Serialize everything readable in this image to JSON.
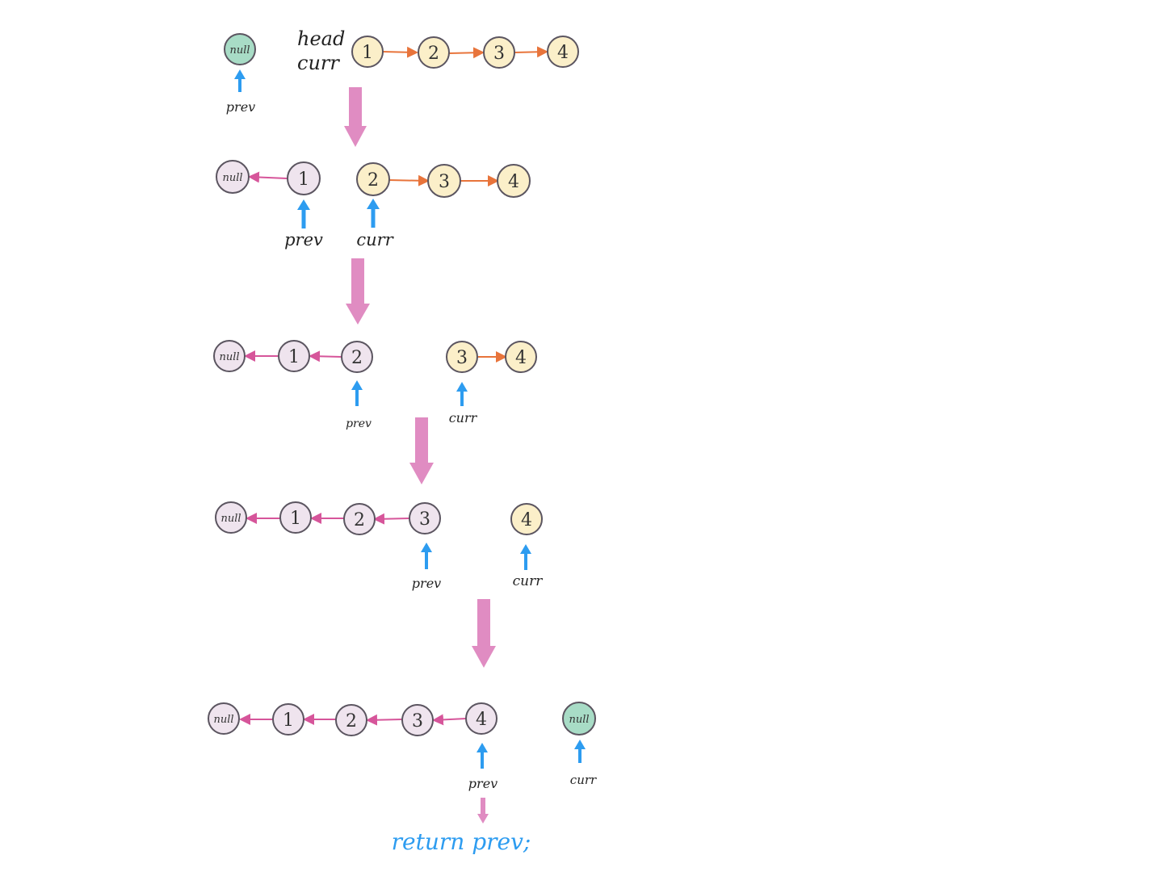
{
  "labels": {
    "null": "null",
    "head": "head",
    "curr": "curr",
    "prev": "prev",
    "return_statement": "return prev;"
  },
  "nodes": {
    "n1": "1",
    "n2": "2",
    "n3": "3",
    "n4": "4"
  },
  "colors": {
    "null_current": "#a8dcc6",
    "null_reversed": "#efe4ee",
    "node_forward": "#fbefc9",
    "node_reversed": "#efe4ee",
    "forward_link": "#e8743b",
    "reversed_link": "#d6559a",
    "pointer_arrow": "#2d9cf0",
    "step_arrow": "#e08cc2",
    "node_stroke": "#5b5560",
    "return_text": "#2d9cf0"
  }
}
